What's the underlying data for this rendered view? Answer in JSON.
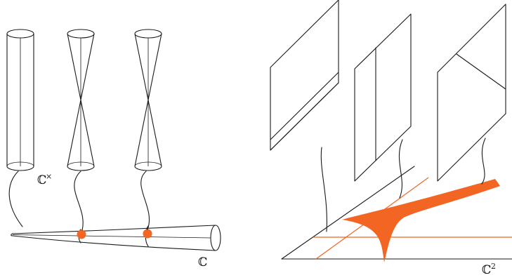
{
  "labels": {
    "c_times": "ℂ",
    "c_times_sup": "×",
    "c": "ℂ",
    "c2": "ℂ",
    "c2_sup": "2"
  },
  "colors": {
    "ink": "#1a1a1a",
    "accent": "#f26522"
  }
}
